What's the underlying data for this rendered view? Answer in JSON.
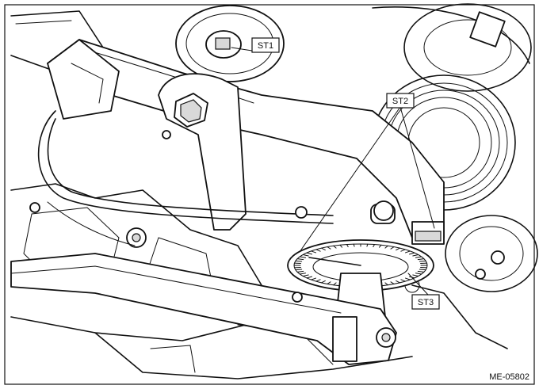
{
  "callouts": {
    "st1": "ST1",
    "st2": "ST2",
    "st3": "ST3"
  },
  "figure_code": "ME-05802"
}
